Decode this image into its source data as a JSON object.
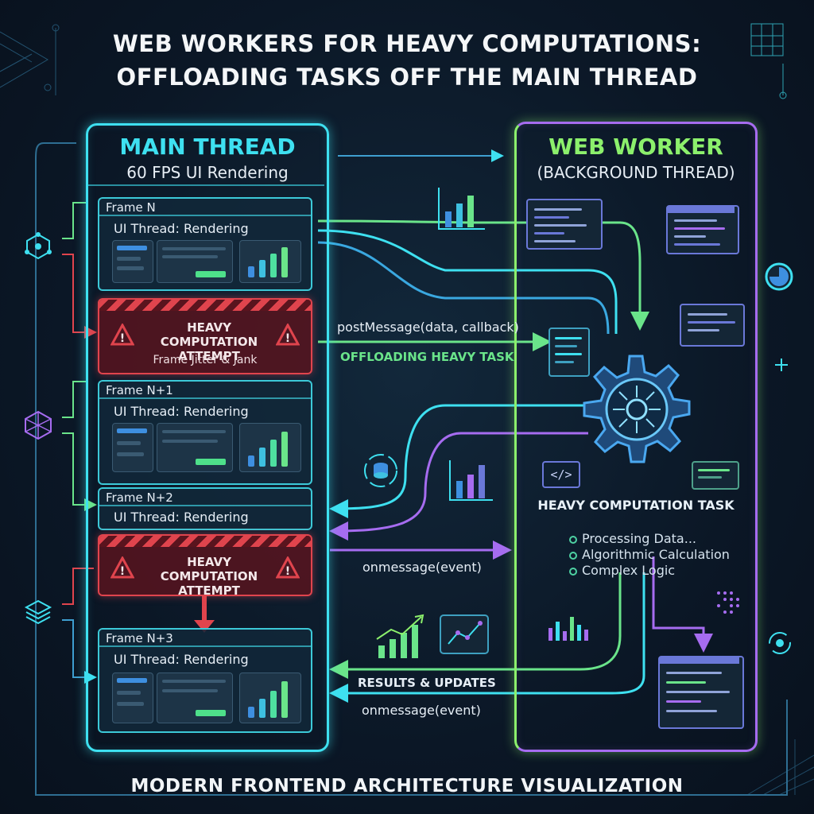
{
  "title": {
    "line1": "WEB WORKERS FOR HEAVY COMPUTATIONS:",
    "line2": "OFFLOADING TASKS OFF THE MAIN THREAD"
  },
  "main_thread": {
    "title": "MAIN THREAD",
    "subtitle": "60 FPS UI Rendering",
    "frames": [
      {
        "label": "Frame N",
        "status": "UI Thread: Rendering"
      },
      {
        "label": "Frame N+1",
        "status": "UI Thread: Rendering"
      },
      {
        "label": "Frame N+2",
        "status": "UI Thread: Rendering"
      },
      {
        "label": "Frame N+3",
        "status": "UI Thread: Rendering"
      }
    ],
    "heavy_blocks": [
      {
        "title": "HEAVY COMPUTATION ATTEMPT",
        "subtitle": "Frame Jitter & Jank"
      },
      {
        "title": "HEAVY COMPUTATION ATTEMPT",
        "subtitle": ""
      }
    ]
  },
  "web_worker": {
    "title": "WEB WORKER",
    "subtitle": "(BACKGROUND THREAD)",
    "task_title": "HEAVY COMPUTATION TASK",
    "task_items": [
      "Processing Data...",
      "Algorithmic Calculation",
      "Complex Logic"
    ]
  },
  "flows": {
    "post_message": "postMessage(data, callback)",
    "offloading": "OFFLOADING HEAVY TASK",
    "onmessage_1": "onmessage(event)",
    "results": "RESULTS & UPDATES",
    "onmessage_2": "onmessage(event)"
  },
  "code_symbol": "</>",
  "footer": "MODERN FRONTEND ARCHITECTURE VISUALIZATION",
  "colors": {
    "cyan": "#3ee0f0",
    "green": "#8cf06c",
    "purple": "#a66cf0",
    "red": "#e0444d",
    "background": "#0b1726"
  }
}
